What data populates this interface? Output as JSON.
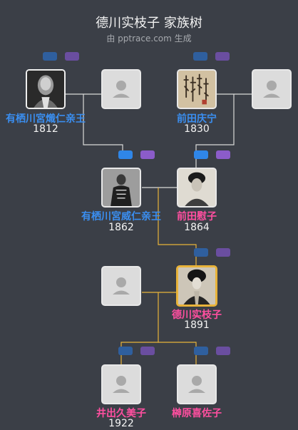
{
  "header": {
    "title": "德川实枝子 家族树",
    "subtitle": "由 pptrace.com 生成"
  },
  "people": {
    "p1": {
      "name": "有栖川宮熾仁亲王",
      "year": "1812"
    },
    "p3": {
      "name": "前田庆宁",
      "year": "1830"
    },
    "p5": {
      "name": "有栖川宮威仁亲王",
      "year": "1862"
    },
    "p6": {
      "name": "前田慰子",
      "year": "1864"
    },
    "p8": {
      "name": "德川实枝子",
      "year": "1891"
    },
    "p9": {
      "name": "井出久美子",
      "year": "1922"
    },
    "p10": {
      "name": "榊原喜佐子",
      "year": ""
    }
  },
  "colors": {
    "male": "#3a8ef0",
    "female": "#ff4fa0",
    "highlight": "#e8b33a",
    "line": "#d9d9d9",
    "lineHighlight": "#e8b33a"
  }
}
